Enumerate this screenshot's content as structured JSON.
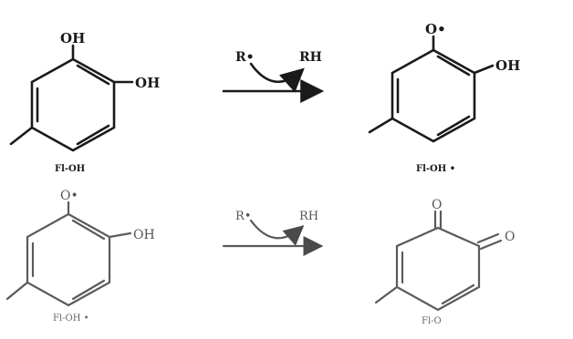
{
  "reaction1": {
    "reactant": {
      "oh_top": "OH",
      "oh_right": "OH",
      "caption": "Fl-OH"
    },
    "reagent_in": "R•",
    "reagent_out": "RH",
    "product": {
      "o_radical": "O•",
      "oh_right": "OH",
      "caption": "Fl-OH •"
    }
  },
  "reaction2": {
    "reactant": {
      "o_radical": "O•",
      "oh_right": "OH",
      "caption": "Fl-OH •"
    },
    "reagent_in": "R•",
    "reagent_out": "RH",
    "product": {
      "o_top": "O",
      "o_right": "O",
      "caption": "Fl-O"
    }
  },
  "colors": {
    "ink_dark": "#1a1a1a",
    "ink_light": "#5a5a5a",
    "background": "#ffffff"
  }
}
